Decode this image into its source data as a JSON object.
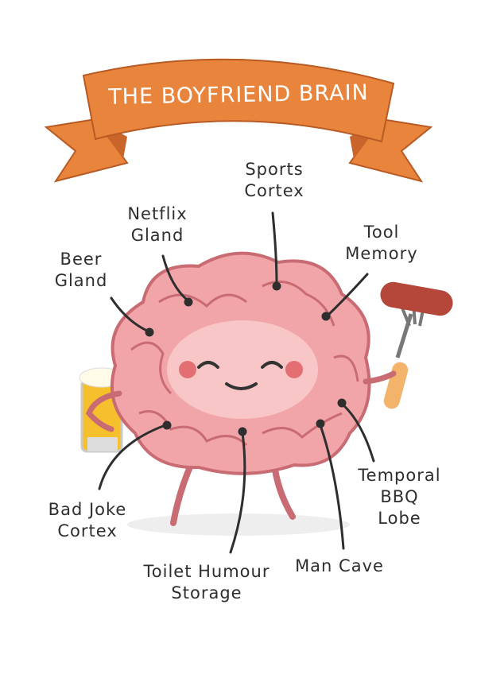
{
  "title": "THE BOYFRIEND BRAIN",
  "colors": {
    "banner": "#e8843c",
    "banner_dark": "#c9652a",
    "brain": "#f2a5a8",
    "brain_outline": "#c86b72",
    "text": "#2e2e2e"
  },
  "labels": {
    "sports_cortex": "Sports\nCortex",
    "netflix_gland": "Netflix\nGland",
    "beer_gland": "Beer\nGland",
    "tool_memory": "Tool\nMemory",
    "bad_joke_cortex": "Bad Joke\nCortex",
    "toilet_humour_storage": "Toilet Humour\nStorage",
    "man_cave": "Man Cave",
    "temporal_bbq_lobe": "Temporal\nBBQ\nLobe"
  }
}
